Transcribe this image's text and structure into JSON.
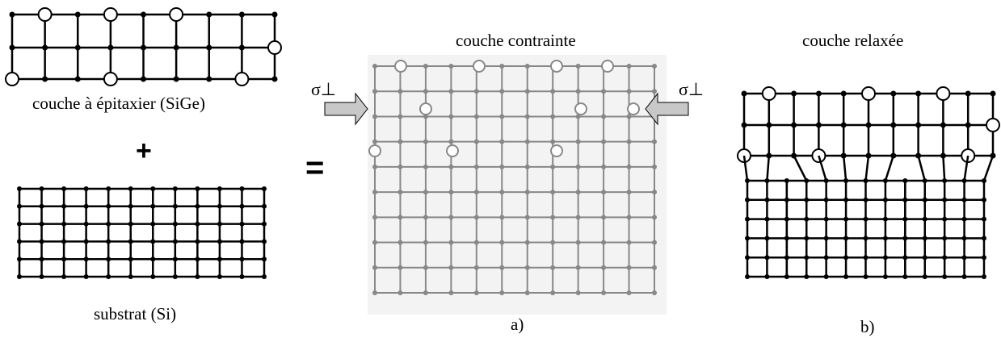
{
  "labels": {
    "epitaxy_layer": "couche à épitaxier (SiGe)",
    "plus": "+",
    "substrate": "substrat (Si)",
    "equals": "=",
    "strained_title": "couche contrainte",
    "relaxed_title": "couche relaxée",
    "stress_left": "σ⊥",
    "stress_right": "σ⊥",
    "panel_a": "a)",
    "panel_b": "b)"
  },
  "colors": {
    "lattice": "#000000",
    "strained_lattice": "#888888",
    "strained_background": "#f3f3f3",
    "arrow_fill": "#c8c8c8"
  }
}
